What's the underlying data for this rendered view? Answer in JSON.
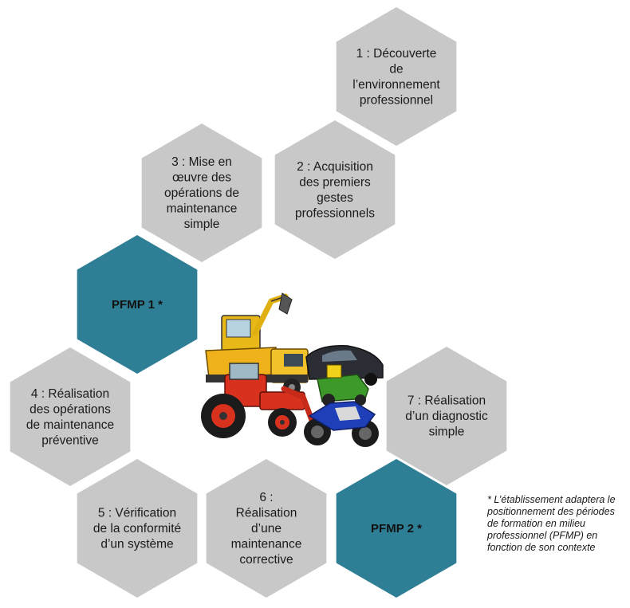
{
  "colors": {
    "step": "#c8c8c8",
    "pfmp": "#2e7e95",
    "text": "#1a1a1a"
  },
  "hexagons": [
    {
      "id": "step-1",
      "kind": "step",
      "lines": [
        "1 : Découverte",
        "de",
        "l’environnement",
        "professionnel"
      ]
    },
    {
      "id": "step-2",
      "kind": "step",
      "lines": [
        "2 : Acquisition",
        "des premiers",
        "gestes",
        "professionnels"
      ]
    },
    {
      "id": "step-3",
      "kind": "step",
      "lines": [
        "3 : Mise en",
        "œuvre des",
        "opérations de",
        "maintenance",
        "simple"
      ]
    },
    {
      "id": "pfmp-1",
      "kind": "pfmp",
      "lines": [
        "PFMP 1 *"
      ]
    },
    {
      "id": "step-4",
      "kind": "step",
      "lines": [
        "4 : Réalisation",
        "des opérations",
        "de maintenance",
        "préventive"
      ]
    },
    {
      "id": "step-5",
      "kind": "step",
      "lines": [
        "5 : Vérification",
        "de la conformité",
        "d’un système"
      ]
    },
    {
      "id": "step-6",
      "kind": "step",
      "lines": [
        "6 :",
        "Réalisation",
        "d’une",
        "maintenance",
        "corrective"
      ]
    },
    {
      "id": "pfmp-2",
      "kind": "pfmp",
      "lines": [
        "PFMP 2 *"
      ]
    },
    {
      "id": "step-7",
      "kind": "step",
      "lines": [
        "7 : Réalisation",
        "d’un diagnostic",
        "simple"
      ]
    }
  ],
  "footnote": "* L’établissement adaptera le positionnement des périodes de formation en milieu professionnel (PFMP) en fonction de son contexte"
}
